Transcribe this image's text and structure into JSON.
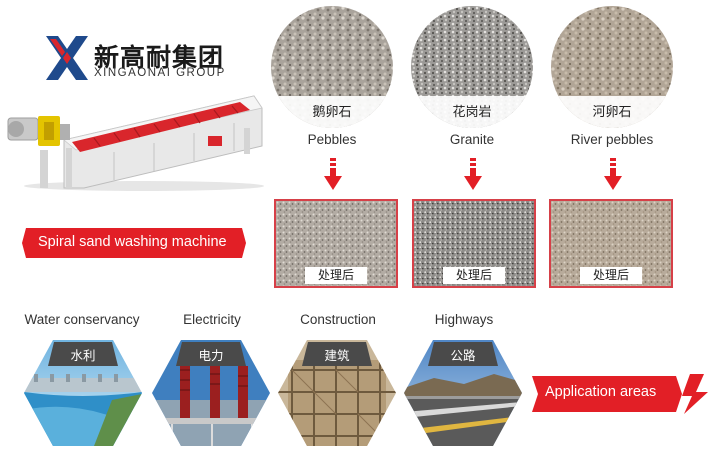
{
  "logo": {
    "cn_name": "新高耐集团",
    "en_name": "XINGAONAI GROUP",
    "mark_icon": "x-logo-icon",
    "colors": {
      "blue": "#1f4a8c",
      "red": "#d9262c"
    }
  },
  "machine": {
    "label": "Spiral sand washing machine",
    "label_color": "#e21f26"
  },
  "raw_stones": [
    {
      "cn": "鹅卵石",
      "en": "Pebbles"
    },
    {
      "cn": "花岗岩",
      "en": "Granite"
    },
    {
      "cn": "河卵石",
      "en": "River pebbles"
    }
  ],
  "processed": {
    "label": "处理后",
    "border_color": "#d64048"
  },
  "applications": [
    {
      "en": "Water conservancy",
      "cn": "水利"
    },
    {
      "en": "Electricity",
      "cn": "电力"
    },
    {
      "en": "Construction",
      "cn": "建筑"
    },
    {
      "en": "Highways",
      "cn": "公路"
    }
  ],
  "application_areas": {
    "label": "Application areas",
    "color": "#e21f26"
  }
}
